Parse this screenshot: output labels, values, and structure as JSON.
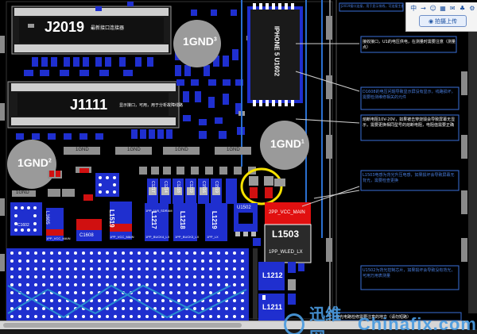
{
  "board": {
    "parts": {
      "j2019": "J2019",
      "j2019_note": "最新接口连接器",
      "j1111": "J1111",
      "j1111_note": "显示接口，可用，用于分析故障线路",
      "gnd3": "1GND",
      "gnd3_sub": "3",
      "gnd2": "1GND",
      "gnd2_sub": "2",
      "gnd1": "1GND",
      "gnd1_sub": "1",
      "chip_text": "IPHONE 5 U1602",
      "l1503": "L1503",
      "l1503_label": "1PP_WLED_LX",
      "vcc_main": "2PP_VCC_MAIN",
      "l1212": "L1212",
      "l1211": "L1211",
      "u1502": "U1502",
      "l1519": "L1519",
      "l1217": "L1217",
      "l1218": "L1218",
      "l1219": "L1219",
      "l1605": "L1605",
      "c1608": "C1608",
      "c1602": "C1602",
      "ignd": "1GND"
    },
    "cap_labels": [
      "C1217",
      "C1214",
      "C1218",
      "C1219",
      "C1516",
      "C1519"
    ],
    "net_labels": [
      "1PP_VCC_MAIN",
      "1PP_VCC_MAIN",
      "1PP_1V8_SDRAM",
      "1PP_BUCK4_LX",
      "1PP_BUCK3_LX",
      "1PP_LX"
    ]
  },
  "annotations": {
    "top": "J2019接口连接，用于显示排线，可连接主板",
    "a1": "接收接口，U1的电压供电，在测量时需要注意（测量点）",
    "a2": "D1608的电压问题导致显示屏没有显示，线路损坏，需要检测维修相关的元件",
    "a3": "熔断电阻10V-20V，如果被击穿烧毁会导致屏幕无显示，需要更换相同型号的熔断电阻，电阻值需要正确",
    "a4": "L1503电感为背光升压电感，如果损坏会导致屏幕无背光，需要检查更换",
    "a5": "U1502为背光控制芯片，如果损坏会导致没有背光，可用万用表测量",
    "bottom": "背光电路检修需要注意的地方（请勿短路）"
  },
  "toolbar": {
    "items": [
      "中",
      "→",
      "☺",
      "▦",
      "✉",
      "♣",
      "⚙"
    ],
    "button": "拍摄上传"
  },
  "watermark": {
    "cn": "迅维网",
    "en": "Chinafix.com"
  },
  "colors": {
    "board": "#000000",
    "pad_blue": "#1f2fcf",
    "pad_gray": "#9a9a9a",
    "pad_red": "#d01010",
    "trace_cyan": "#2a8fd0",
    "highlight": "#f5e100"
  }
}
